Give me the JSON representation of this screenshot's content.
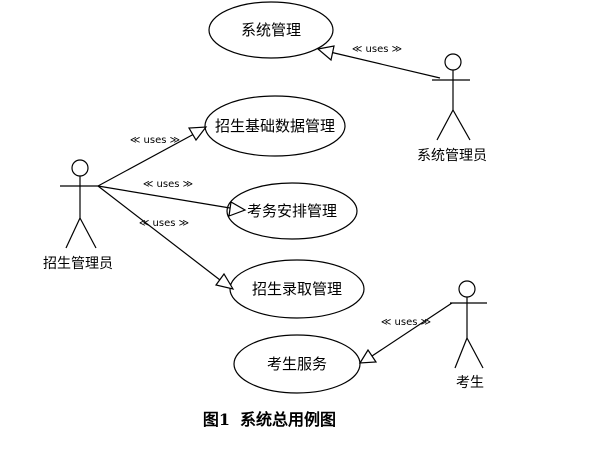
{
  "use_cases": {
    "system_mgmt": "系统管理",
    "enrollment_data_mgmt": "招生基础数据管理",
    "exam_schedule_mgmt": "考务安排管理",
    "admission_mgmt": "招生录取管理",
    "candidate_service": "考生服务"
  },
  "actors": {
    "system_admin": "系统管理员",
    "enrollment_admin": "招生管理员",
    "candidate": "考生"
  },
  "relations": {
    "stereotype": "≪ uses ≫"
  },
  "caption": {
    "figure_number": "图1",
    "title": "系统总用例图"
  }
}
